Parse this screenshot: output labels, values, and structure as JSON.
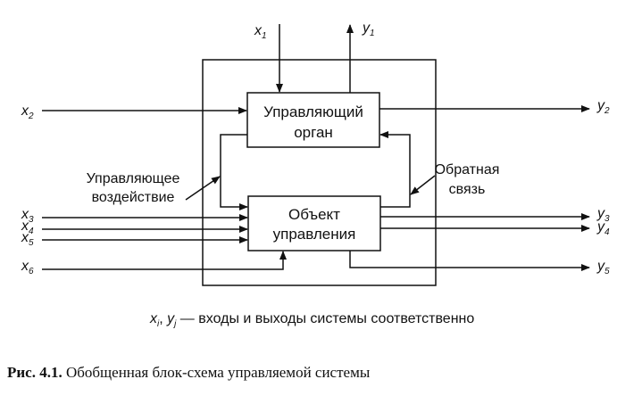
{
  "diagram": {
    "control_block": {
      "line1": "Управляющий",
      "line2": "орган"
    },
    "object_block": {
      "line1": "Объект",
      "line2": "управления"
    },
    "left_label": {
      "line1": "Управляющее",
      "line2": "воздействие"
    },
    "right_label": {
      "line1": "Обратная",
      "line2": "связь"
    },
    "inputs": [
      {
        "base": "x",
        "sub": "1"
      },
      {
        "base": "x",
        "sub": "2"
      },
      {
        "base": "x",
        "sub": "3"
      },
      {
        "base": "x",
        "sub": "4"
      },
      {
        "base": "x",
        "sub": "5"
      },
      {
        "base": "x",
        "sub": "6"
      }
    ],
    "outputs": [
      {
        "base": "y",
        "sub": "1"
      },
      {
        "base": "y",
        "sub": "2"
      },
      {
        "base": "y",
        "sub": "3"
      },
      {
        "base": "y",
        "sub": "4"
      },
      {
        "base": "y",
        "sub": "5"
      }
    ],
    "legend": {
      "x": "x",
      "x_sub": "i",
      "sep": ", ",
      "y": "y",
      "y_sub": "j",
      "text": " — входы и выходы системы соответственно"
    }
  },
  "caption": {
    "label": "Рис. 4.1.",
    "text": " Обобщенная блок-схема управляемой системы"
  }
}
